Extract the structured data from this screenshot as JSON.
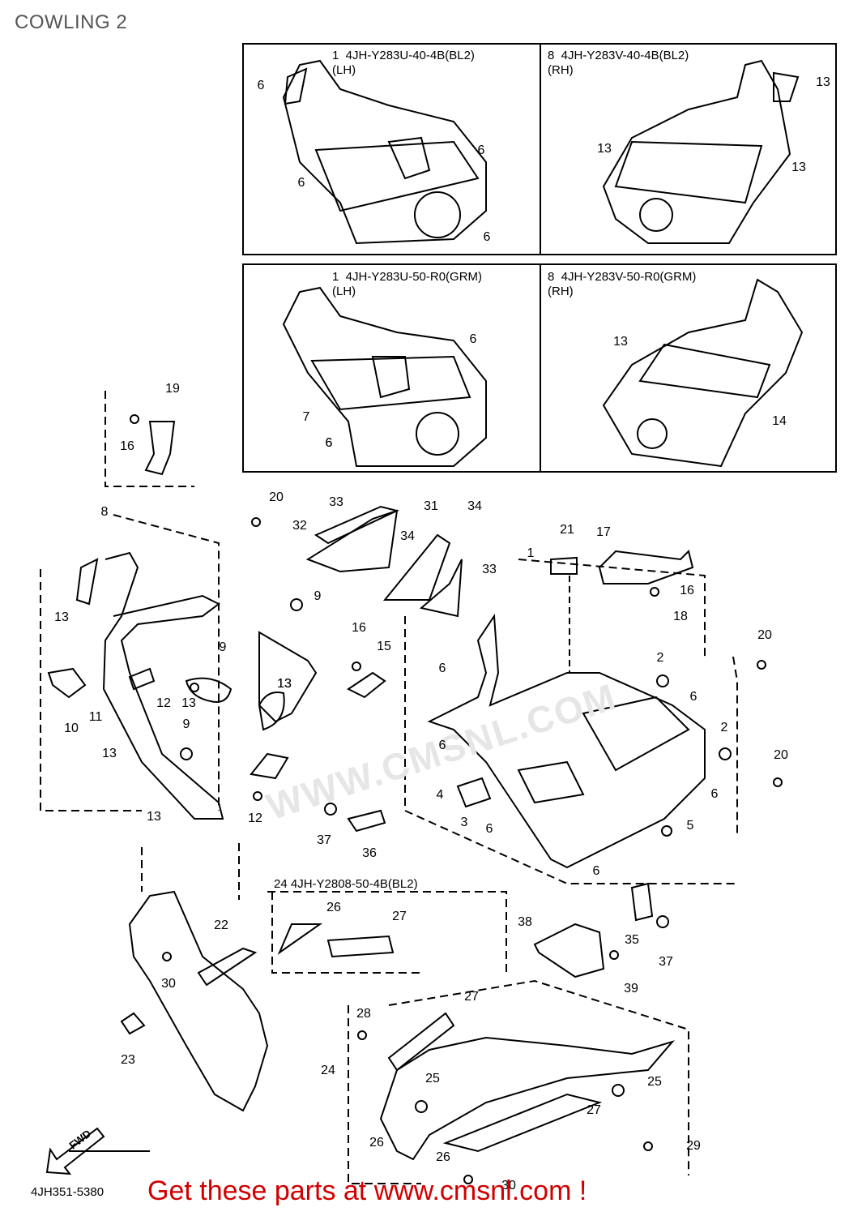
{
  "page_title": "COWLING 2",
  "boxes": [
    {
      "title": "1  4JH-Y283U-40-4B(BL2)\n(LH)"
    },
    {
      "title": "8  4JH-Y283V-40-4B(BL2)\n(RH)"
    },
    {
      "title": "1  4JH-Y283U-50-R0(GRM)\n(LH)"
    },
    {
      "title": "8  4JH-Y283V-50-R0(GRM)\n(RH)"
    }
  ],
  "sub_assembly": "24  4JH-Y2808-50-4B(BL2)",
  "watermark": "WWW.CMSNL.COM",
  "fwd_label": "FWD",
  "code_label": "4JH351-5380",
  "footer": "Get these parts at www.cmsnl.com !",
  "callouts": [
    "6",
    "6",
    "6",
    "6",
    "6",
    "13",
    "13",
    "13",
    "6",
    "7",
    "6",
    "13",
    "14",
    "19",
    "16",
    "8",
    "13",
    "10",
    "11",
    "13",
    "13",
    "13",
    "12",
    "9",
    "9",
    "13",
    "12",
    "20",
    "33",
    "32",
    "31",
    "34",
    "34",
    "33",
    "9",
    "16",
    "15",
    "13",
    "37",
    "36",
    "21",
    "17",
    "16",
    "18",
    "1",
    "20",
    "2",
    "6",
    "6",
    "2",
    "20",
    "6",
    "4",
    "3",
    "6",
    "6",
    "5",
    "6",
    "26",
    "27",
    "22",
    "30",
    "23",
    "38",
    "35",
    "37",
    "39",
    "28",
    "27",
    "24",
    "25",
    "25",
    "26",
    "27",
    "26",
    "29",
    "30"
  ]
}
